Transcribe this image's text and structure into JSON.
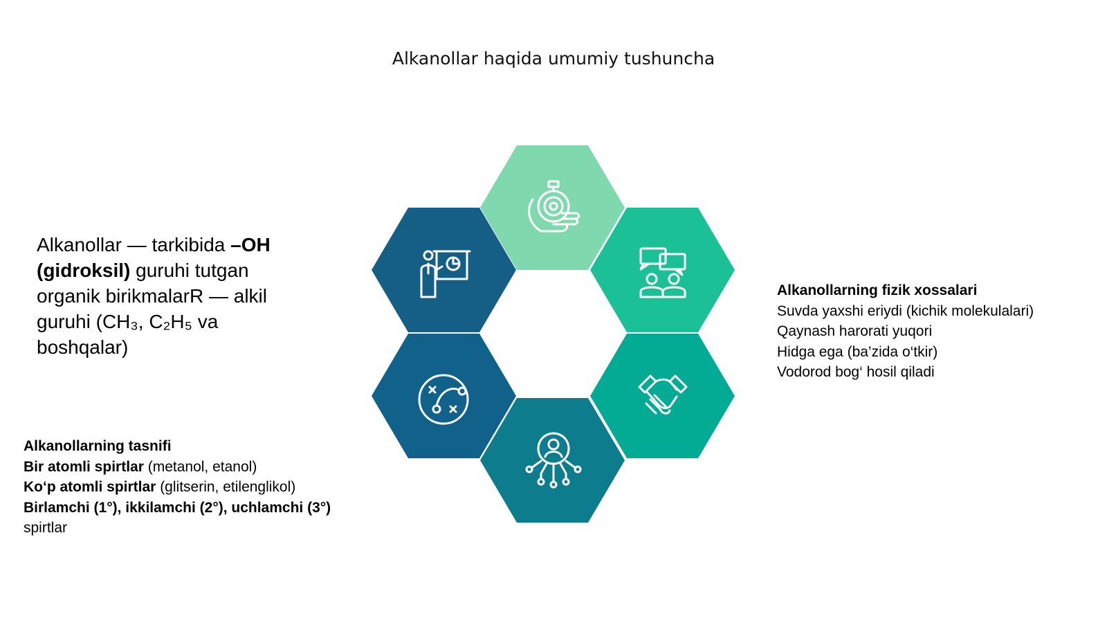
{
  "title": "Alkanollar haqida umumiy tushuncha",
  "definition": {
    "part1": "Alkanollar — tarkibida ",
    "bold": "–OH (gidroksil)",
    "part2": " guruhi tutgan organik birikmalarR — alkil guruhi (CH₃, C₂H₅ va boshqalar)"
  },
  "classification": {
    "heading": "Alkanollarning tasnifi",
    "items": [
      {
        "bold": "Bir atomli spirtlar",
        "rest": " (metanol, etanol)"
      },
      {
        "bold": "Ko‘p atomli spirtlar",
        "rest": " (glitserin, etilenglikol)"
      },
      {
        "bold": "Birlamchi (1°), ikkilamchi (2°), uchlamchi (3°)",
        "rest": " spirtlar"
      }
    ]
  },
  "properties": {
    "heading": "Alkanollarning fizik xossalari",
    "items": [
      "Suvda yaxshi eriydi (kichik molekulalari)",
      "Qaynash harorati yuqori",
      "Hidga ega (ba’zida o‘tkir)",
      "Vodorod bog‘ hosil qiladi"
    ]
  },
  "hexagons": [
    {
      "name": "hex-top",
      "color": "#7fd8ae",
      "icon": "stopwatch-hand-icon"
    },
    {
      "name": "hex-upper-left",
      "color": "#155f87",
      "icon": "presenter-chart-icon"
    },
    {
      "name": "hex-upper-right",
      "color": "#1cc097",
      "icon": "team-chat-icon"
    },
    {
      "name": "hex-lower-left",
      "color": "#10628a",
      "icon": "strategy-plan-icon"
    },
    {
      "name": "hex-lower-right",
      "color": "#03ab94",
      "icon": "handshake-icon"
    },
    {
      "name": "hex-bottom",
      "color": "#0d7d8d",
      "icon": "user-network-icon"
    }
  ]
}
